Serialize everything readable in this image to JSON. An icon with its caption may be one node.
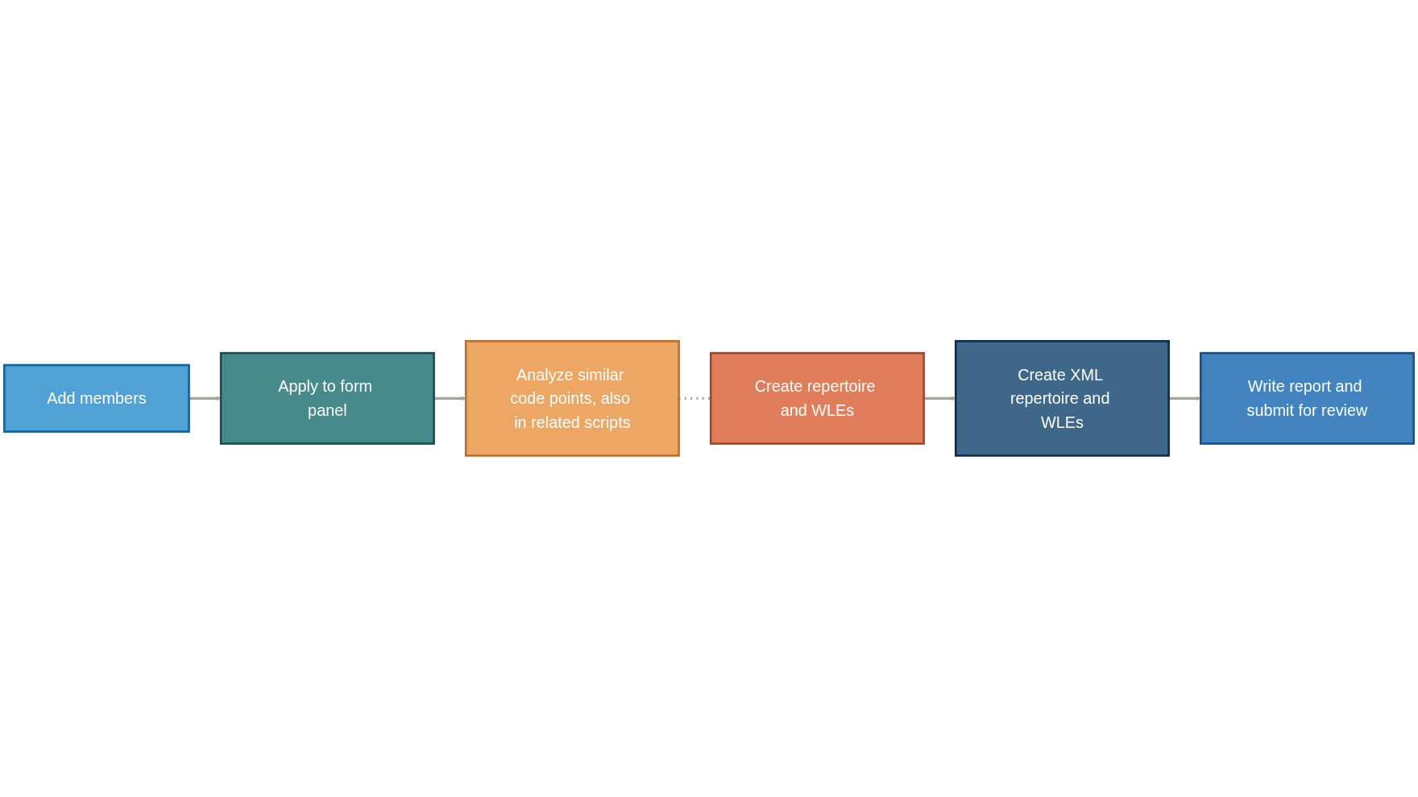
{
  "diagram": {
    "nodes": [
      {
        "text": [
          "Add members"
        ]
      },
      {
        "text": [
          "Apply to form panel"
        ]
      },
      {
        "text": [
          "Analyze similar code points, also in related scripts"
        ]
      },
      {
        "text": [
          "Create repertoire and WLEs"
        ]
      },
      {
        "text": [
          "Create XML repertoire and WLEs"
        ]
      },
      {
        "text": [
          "Write report and submit for review"
        ]
      }
    ],
    "edges": [
      {
        "from": 0,
        "to": 1,
        "arrow": "to"
      },
      {
        "from": 1,
        "to": 2,
        "arrow": "to"
      },
      {
        "from": 2,
        "to": 3,
        "arrow": "none",
        "style": "dashed"
      },
      {
        "from": 3,
        "to": 4,
        "arrow": "to"
      },
      {
        "from": 4,
        "to": 5,
        "arrow": "to"
      }
    ]
  }
}
